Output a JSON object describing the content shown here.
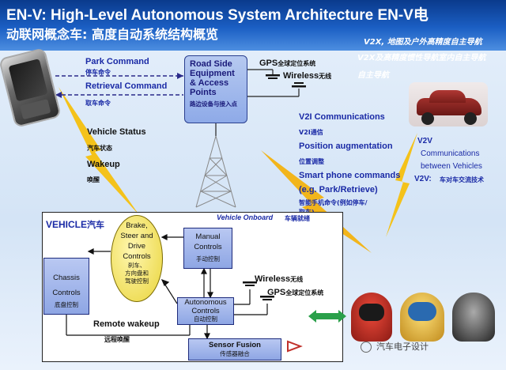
{
  "header": {
    "title_en": "EN-V: High-Level Autonomous System Architecture EN-V电",
    "title_cn": "动联网概念车: 高度自动系统结构概览",
    "v2x_lines": [
      "V2X, 地图及户外高精度自主导航",
      "V2X及高精度惯性导航室内自主导航",
      "自主导航"
    ]
  },
  "phone_links": {
    "park_en": "Park Command",
    "park_cn": "停车命令",
    "retrieval_en": "Retrieval Command",
    "retrieval_cn": "取车命令",
    "status_en": "Vehicle Status",
    "status_cn": "汽车状态",
    "wakeup_en": "Wakeup",
    "wakeup_cn": "唤醒"
  },
  "rsu": {
    "label_en": "Road Side Equipment & Access Points",
    "label_cn": "路边设备与接入点"
  },
  "gps_top": {
    "en": "GPS",
    "cn": "全球定位系统"
  },
  "wireless_top": {
    "en": "Wireless",
    "cn": "无线"
  },
  "v2i": {
    "comm_en": "V2I Communications",
    "comm_cn": "V2I通信",
    "aug_en": "Position augmentation",
    "aug_cn": "位置调整",
    "smart_en": "Smart phone commands",
    "smart_en2": "(e.g. Park/Retrieve)",
    "smart_cn": "智能手机命令(例如停车/",
    "smart_cn2": "取车)"
  },
  "v2v": {
    "lines": [
      "V2V",
      "Communications",
      "between Vehicles"
    ],
    "label": "V2V:",
    "cn": "车对车交流技术"
  },
  "vehicle": {
    "title_en": "VEHICLE",
    "title_cn": "汽车",
    "onboard_en": "Vehicle Onboard",
    "onboard_cn": "车辆就绪",
    "brake_lines": [
      "Brake,",
      "Steer and",
      "Drive",
      "Controls"
    ],
    "brake_cn": [
      "刹车、",
      "方向盘和",
      "驾驶控制"
    ],
    "manual_en": [
      "Manual",
      "Controls"
    ],
    "manual_cn": "手动控制",
    "chassis_en": [
      "Chassis",
      "Controls"
    ],
    "chassis_cn": "底盘控制",
    "auto_en": [
      "Autonomous",
      "Controls"
    ],
    "auto_cn": "自动控制",
    "sensor_en": "Sensor Fusion",
    "sensor_cn": "传感器融合",
    "remote_en": "Remote wakeup",
    "remote_cn": "远程唤醒",
    "wireless_en": "Wireless",
    "wireless_cn": "无线",
    "gps_en": "GPS",
    "gps_cn": "全球定位系统"
  },
  "watermark": "汽车电子设计"
}
